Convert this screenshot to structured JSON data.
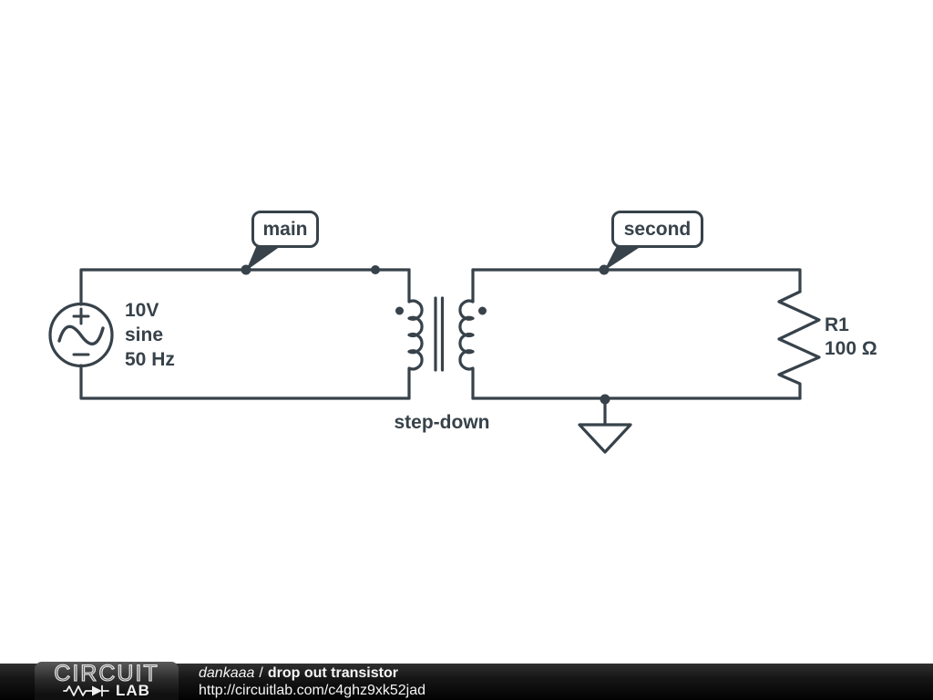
{
  "colors": {
    "line": "#37424a",
    "canvas_bg": "#ffffff",
    "footer_bg": "#0d0d0d",
    "footer_text": "#f5f5f5"
  },
  "schematic": {
    "voltage_source": {
      "voltage": "10V",
      "waveform": "sine",
      "frequency": "50 Hz"
    },
    "transformer": {
      "caption": "step-down"
    },
    "resistor": {
      "ref": "R1",
      "value": "100 Ω"
    },
    "node_labels": {
      "primary": "main",
      "secondary": "second"
    }
  },
  "footer": {
    "logo": {
      "top": "CIRCUIT",
      "bottom": "LAB"
    },
    "author": "dankaaa",
    "separator": "/",
    "title": "drop out transistor",
    "url": "http://circuitlab.com/c4ghz9xk52jad"
  }
}
